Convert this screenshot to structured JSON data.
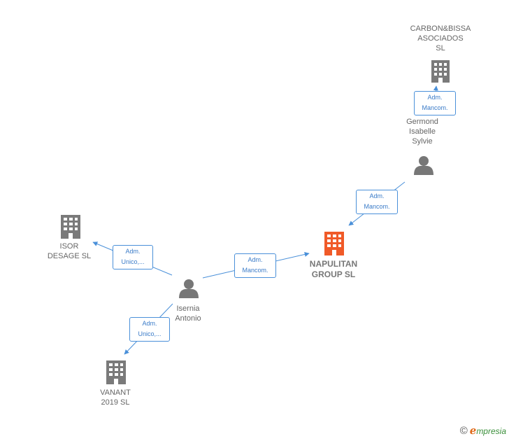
{
  "nodes": {
    "carbon": {
      "label": "CARBON&BISSA\nASOCIADOS\nSL"
    },
    "germond": {
      "label": "Germond\nIsabelle\nSylvie"
    },
    "napulitan": {
      "label": "NAPULITAN\nGROUP  SL"
    },
    "isor": {
      "label": "ISOR\nDESAGE  SL"
    },
    "isernia": {
      "label": "Isernia\nAntonio"
    },
    "vanant": {
      "label": "VANANT\n2019  SL"
    }
  },
  "edges": {
    "germond_carbon": {
      "label": "Adm.\nMancom."
    },
    "germond_napulitan": {
      "label": "Adm.\nMancom."
    },
    "isernia_napulitan": {
      "label": "Adm.\nMancom."
    },
    "isernia_isor": {
      "label": "Adm.\nUnico,..."
    },
    "isernia_vanant": {
      "label": "Adm.\nUnico,..."
    }
  },
  "colors": {
    "company": "#7a7a7a",
    "company_highlight": "#f05a28",
    "person": "#777777",
    "edge": "#4a90d9"
  },
  "footer": {
    "copyright_symbol": "©",
    "brand_e": "ℯ",
    "brand_rest": "mpresia"
  }
}
